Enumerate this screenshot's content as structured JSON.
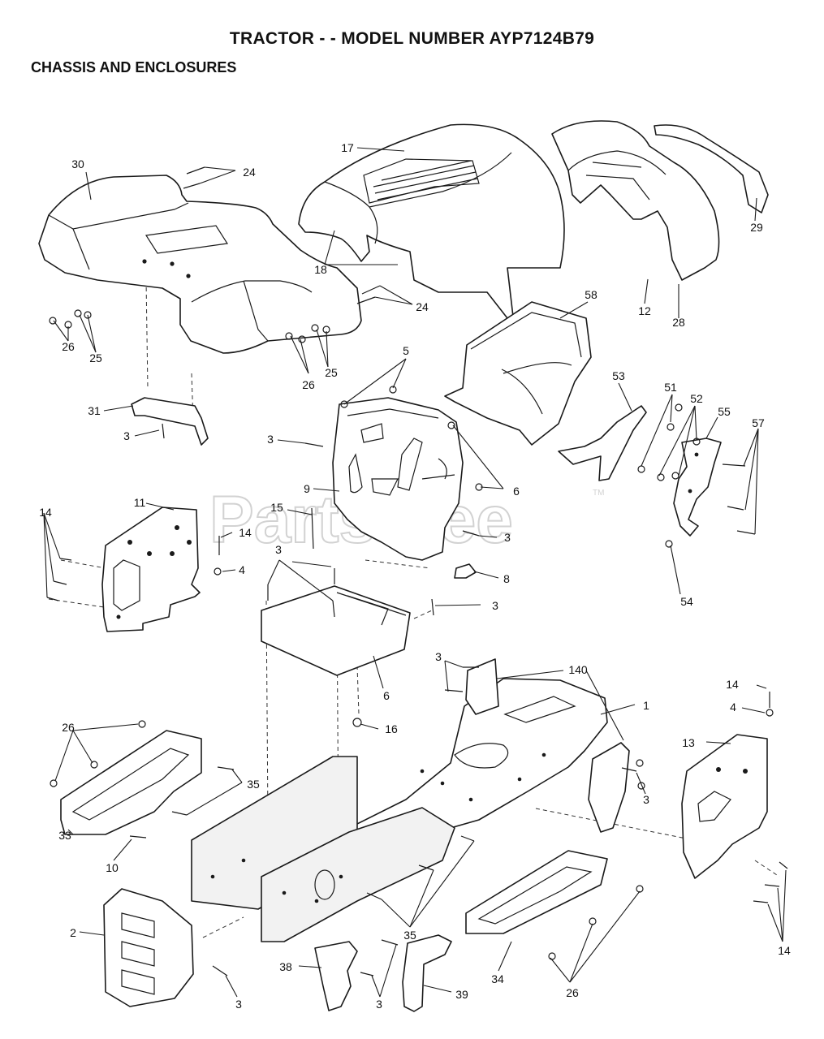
{
  "title": "TRACTOR - - MODEL NUMBER AYP7124B79",
  "subtitle": "CHASSIS AND ENCLOSURES",
  "watermark": {
    "brand": "PartsTree",
    "mark": "TM"
  },
  "callouts": [
    "30",
    "24",
    "17",
    "29",
    "18",
    "24",
    "12",
    "28",
    "25",
    "26",
    "26",
    "25",
    "58",
    "5",
    "53",
    "51",
    "52",
    "55",
    "57",
    "31",
    "3",
    "3",
    "9",
    "6",
    "3",
    "15",
    "11",
    "14",
    "14",
    "4",
    "54",
    "3",
    "8",
    "3",
    "3",
    "6",
    "140",
    "3",
    "1",
    "16",
    "14",
    "4",
    "26",
    "35",
    "13",
    "3",
    "33",
    "10",
    "2",
    "35",
    "3",
    "38",
    "3",
    "39",
    "34",
    "26",
    "14"
  ]
}
